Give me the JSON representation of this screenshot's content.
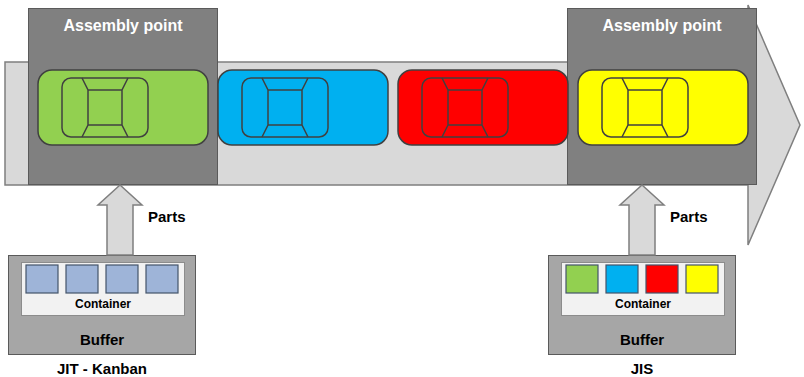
{
  "diagram": {
    "nodes": [
      {
        "text": [
          "Assembly point"
        ]
      },
      {
        "text": [
          "Assembly point"
        ]
      },
      {
        "text": [
          "Buffer",
          "JIT - Kanban"
        ]
      },
      {
        "text": [
          "Container"
        ],
        "in": 2
      },
      {
        "text": [
          "Buffer",
          "JIS"
        ]
      },
      {
        "text": [
          "Container"
        ],
        "in": 4
      }
    ],
    "edges": [
      {
        "from": 2,
        "to": 0,
        "arrow": "to",
        "label": "Parts"
      },
      {
        "from": 4,
        "to": 1,
        "arrow": "to",
        "label": "Parts"
      }
    ]
  }
}
